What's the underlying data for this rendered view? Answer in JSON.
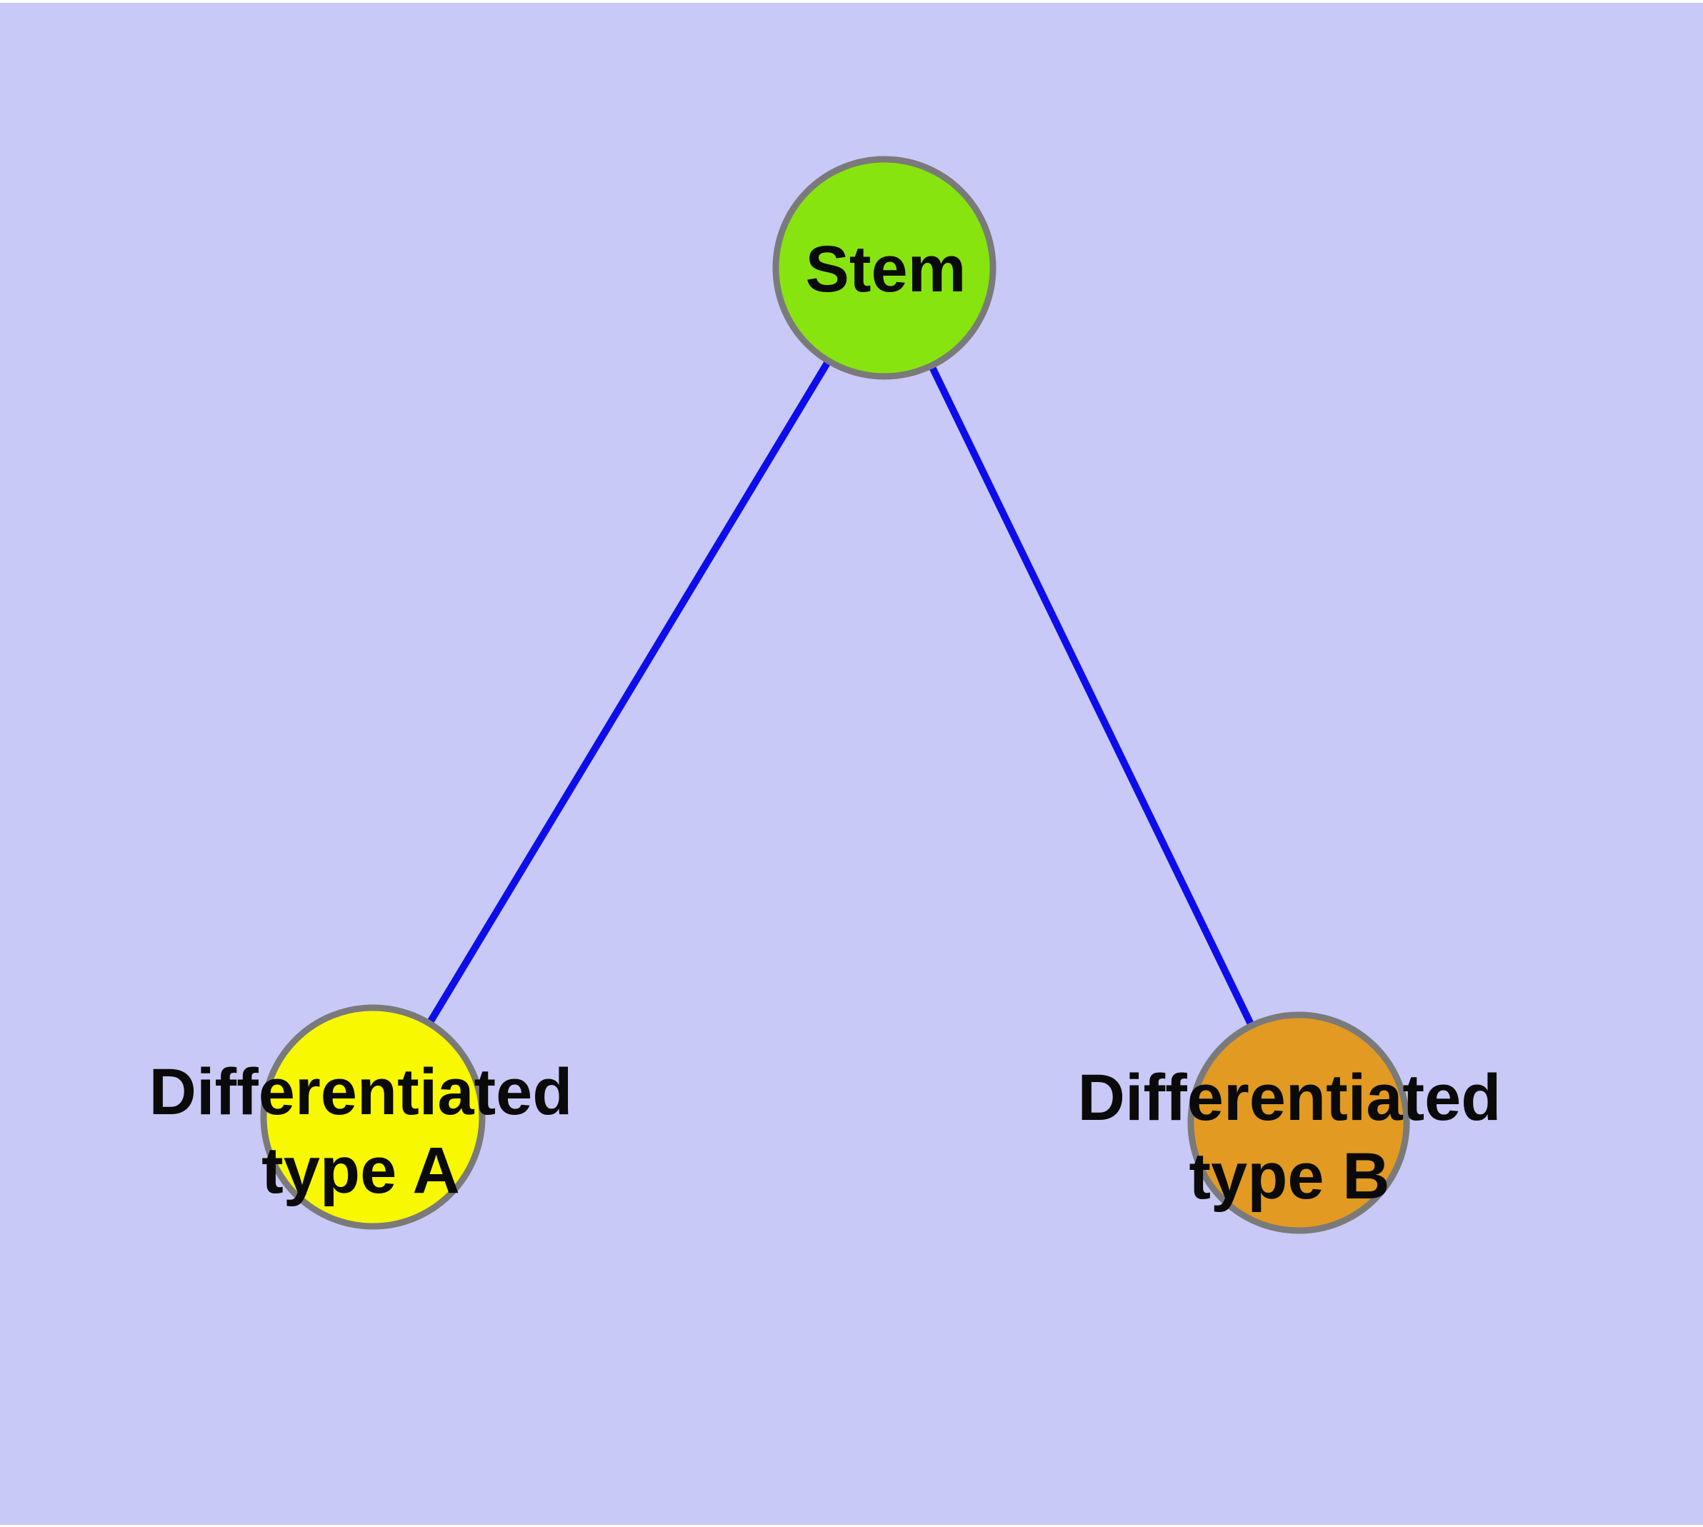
{
  "canvas": {
    "background_color": "#c9c9f8",
    "margin_color": "#ffffff"
  },
  "graph": {
    "title": "",
    "nodes": [
      {
        "id": "stem",
        "label": "Stem",
        "label_line1": "Stem",
        "label_line2": "",
        "fill_color": "#87e40f",
        "border_color": "#7a7a7a",
        "text_color": "#0a0a0a"
      },
      {
        "id": "differentiated-type-a",
        "label": "Differentiated type A",
        "label_line1": "Differentiated",
        "label_line2": "type A",
        "fill_color": "#f8f800",
        "border_color": "#7a7a7a",
        "text_color": "#0a0a0a"
      },
      {
        "id": "differentiated-type-b",
        "label": "Differentiated type B",
        "label_line1": "Differentiated",
        "label_line2": "type B",
        "fill_color": "#e29a23",
        "border_color": "#7a7a7a",
        "text_color": "#0a0a0a"
      }
    ],
    "edges": [
      {
        "from": "stem",
        "to": "differentiated-type-a",
        "color": "#0d0deb"
      },
      {
        "from": "stem",
        "to": "differentiated-type-b",
        "color": "#0d0deb"
      }
    ]
  }
}
